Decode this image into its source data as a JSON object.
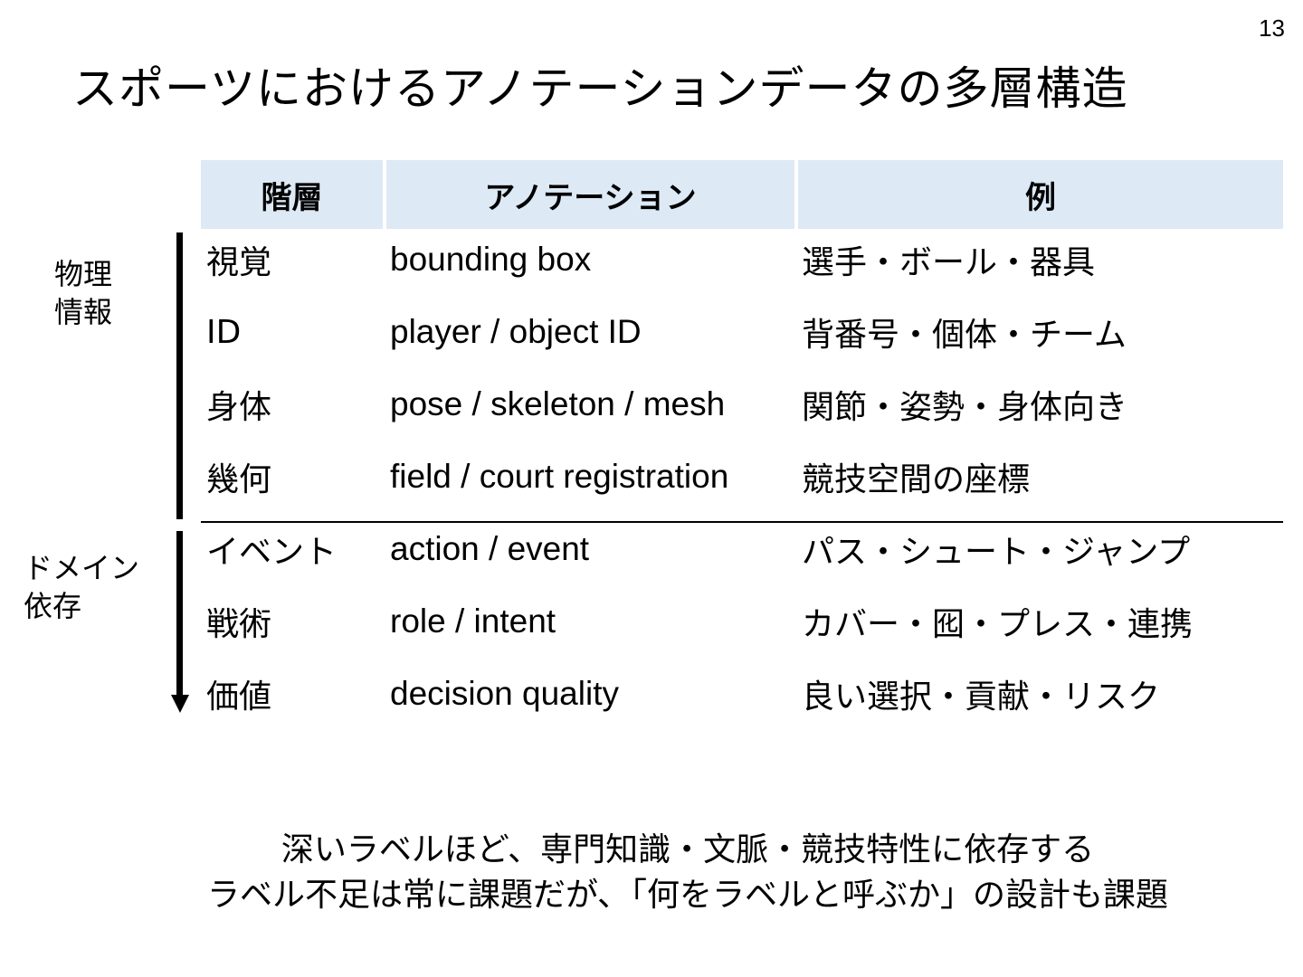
{
  "page_number": "13",
  "title": "スポーツにおけるアノテーションデータの多層構造",
  "table": {
    "headers": [
      "階層",
      "アノテーション",
      "例"
    ],
    "rows": [
      {
        "layer": "視覚",
        "annotation": "bounding box",
        "example": "選手・ボール・器具"
      },
      {
        "layer": "ID",
        "annotation": "player / object ID",
        "example": "背番号・個体・チーム"
      },
      {
        "layer": "身体",
        "annotation": "pose / skeleton / mesh",
        "example": "関節・姿勢・身体向き"
      },
      {
        "layer": "幾何",
        "annotation": "field / court registration",
        "example": "競技空間の座標"
      },
      {
        "layer": "イベント",
        "annotation": "action / event",
        "example": "パス・シュート・ジャンプ"
      },
      {
        "layer": "戦術",
        "annotation": "role / intent",
        "example": "カバー・囮・プレス・連携"
      },
      {
        "layer": "価値",
        "annotation": "decision quality",
        "example": "良い選択・貢献・リスク"
      }
    ]
  },
  "groups": {
    "physical": "物理\n情報",
    "domain": "ドメイン\n依存"
  },
  "footer": {
    "line1": "深いラベルほど、専門知識・文脈・競技特性に依存する",
    "line2": "ラベル不足は常に課題だが､「何をラベルと呼ぶか」の設計も課題"
  }
}
